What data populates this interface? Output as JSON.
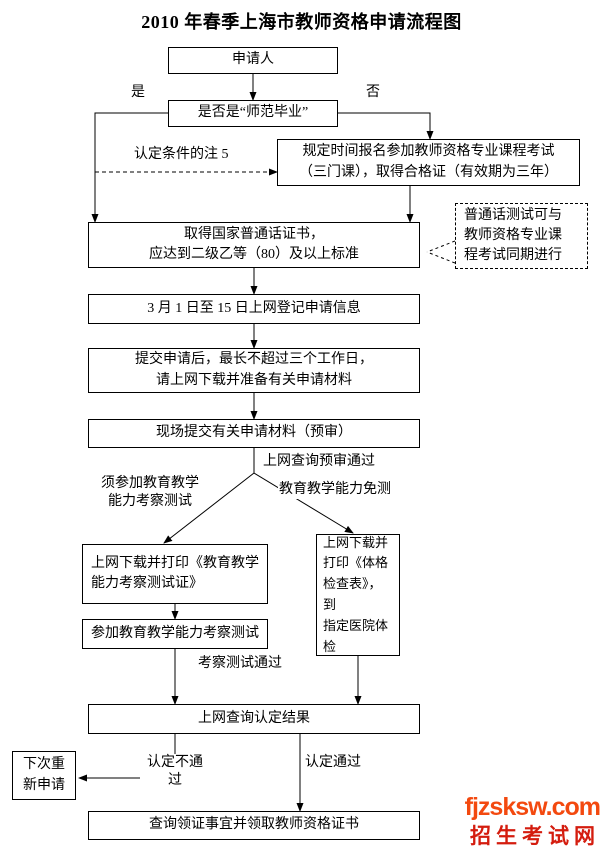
{
  "page": {
    "title": "2010 年春季上海市教师资格申请流程图"
  },
  "nodes": {
    "applicant": "申请人",
    "is_normal_graduate": "是否是“师范毕业”",
    "course_exam": [
      "规定时间报名参加教师资格专业课程考试",
      "（三门课），取得合格证（有效期为三年）"
    ],
    "mandarin_cert": [
      "取得国家普通话证书，",
      "应达到二级乙等（80）及以上标准"
    ],
    "mandarin_note": [
      "普通话测试可与",
      "教师资格专业课",
      "程考试同期进行"
    ],
    "register_online": "3 月 1 日至 15 日上网登记申请信息",
    "prepare_materials": [
      "提交申请后，最长不超过三个工作日，",
      "请上网下载并准备有关申请材料"
    ],
    "submit_materials": "现场提交有关申请材料（预审）",
    "download_test_cert": "上网下载并打印《教育教学能力考察测试证》",
    "physical_exam": [
      "上网下载并",
      "打印《体格",
      "检查表》，到",
      "指定医院体",
      "检"
    ],
    "attend_test": "参加教育教学能力考察测试",
    "query_result": "上网查询认定结果",
    "reapply": [
      "下次重",
      "新申请"
    ],
    "get_cert": "查询领证事宜并领取教师资格证书"
  },
  "labels": {
    "yes": "是",
    "no": "否",
    "note5": "认定条件的注 5",
    "preliminary_pass": "上网查询预审通过",
    "need_test": [
      "须参加教育教学",
      "能力考察测试"
    ],
    "test_exempt": "教育教学能力免测",
    "test_pass": "考察测试通过",
    "not_pass": "认定不通过",
    "pass": "认定通过"
  },
  "watermark": {
    "site": "fjzsksw.com",
    "name": "招生考试网",
    "site_color": "#f3490f",
    "name_color": "#d41c0e"
  },
  "colors": {
    "line": "#000000",
    "box_border": "#000000",
    "background": "#ffffff"
  }
}
